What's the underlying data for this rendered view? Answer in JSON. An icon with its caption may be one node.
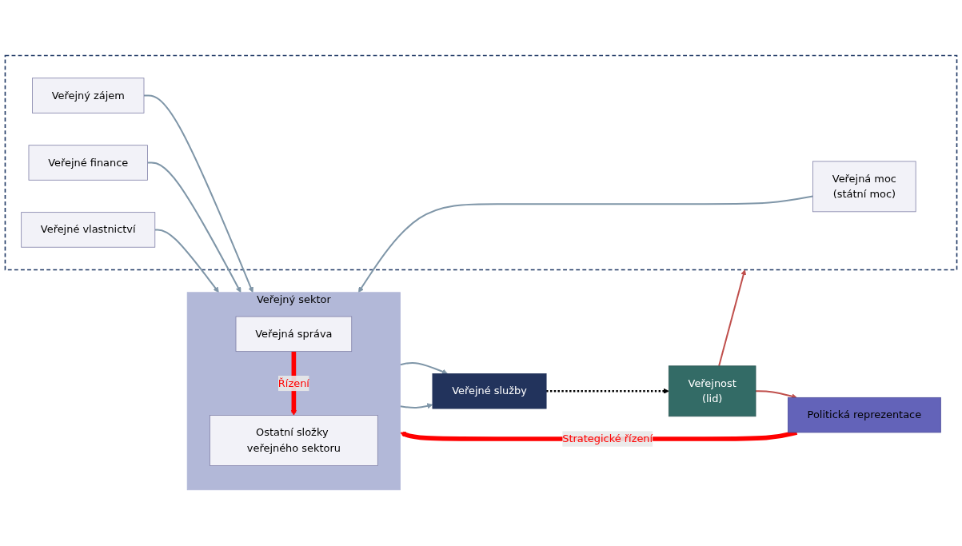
{
  "diagram": {
    "nodes": [
      {
        "text": [
          "Veřejnost",
          "(lid)"
        ]
      },
      {
        "text": [
          "Politická reprezentace"
        ]
      },
      {
        "text": [],
        "shape": "box"
      },
      {
        "text": [
          "Veřejná moc",
          "(státní moc)"
        ],
        "in": 2
      },
      {
        "text": [
          "Veřejný zájem"
        ],
        "in": 2
      },
      {
        "text": [
          "Veřejné finance"
        ],
        "in": 2
      },
      {
        "text": [
          "Veřejné vlastnictví"
        ],
        "in": 2
      },
      {
        "text": [
          "Veřejný sektor"
        ]
      },
      {
        "text": [
          "Veřejná správa"
        ],
        "in": 7
      },
      {
        "text": [
          "Ostatní složky veřejného sektoru"
        ],
        "in": 7
      },
      {
        "text": [
          "Veřejné služby"
        ]
      }
    ],
    "edges": [
      {
        "from": 0,
        "to": 1,
        "arrow": "to",
        "color": "#c0504d"
      },
      {
        "from": 0,
        "to": 2,
        "arrow": "to",
        "color": "#c0504d"
      },
      {
        "from": 1,
        "to": 7,
        "arrow": "to",
        "label": "Strategické řízení",
        "style": "thick",
        "color": "#ff0000"
      },
      {
        "from": 3,
        "to": 7,
        "arrow": "to"
      },
      {
        "from": 4,
        "to": 7,
        "arrow": "to"
      },
      {
        "from": 5,
        "to": 7,
        "arrow": "to"
      },
      {
        "from": 6,
        "to": 7,
        "arrow": "to"
      },
      {
        "from": 8,
        "to": 9,
        "arrow": "to",
        "label": "Řízení",
        "style": "thick",
        "color": "#ff0000"
      },
      {
        "from": 7,
        "to": 10,
        "arrow": "to"
      },
      {
        "from": 7,
        "to": 10,
        "arrow": "to"
      },
      {
        "from": 10,
        "to": 0,
        "arrow": "to",
        "style": "dashed",
        "color": "#000000"
      }
    ]
  }
}
